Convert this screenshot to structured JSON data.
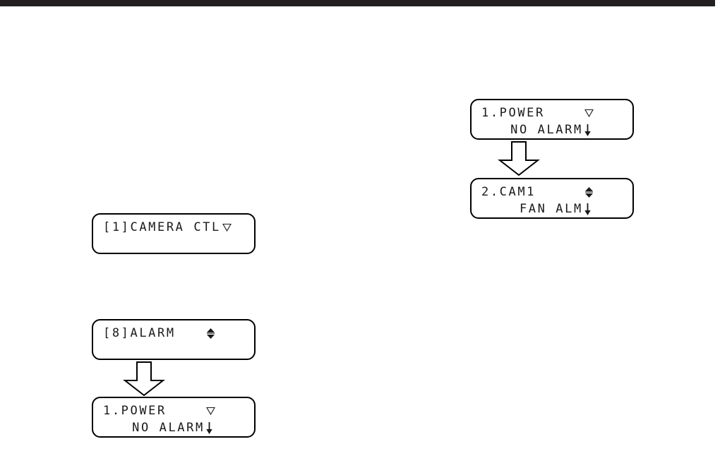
{
  "header": {
    "bar_color": "#231f20"
  },
  "panels": [
    {
      "id": "camera-ctl",
      "line1": "[1]CAMERA CTL",
      "line1_icon": "triangle-down-outline-icon",
      "line2": "",
      "line2_icon": ""
    },
    {
      "id": "alarm-menu",
      "line1": "[8]ALARM",
      "line1_icon": "up-down-arrow-filled-icon",
      "line2": "",
      "line2_icon": ""
    },
    {
      "id": "power-no-alarm-left",
      "line1": "1.POWER",
      "line1_icon": "triangle-down-outline-icon",
      "line2": "NO ALARM",
      "line2_icon": "arrow-down-icon"
    },
    {
      "id": "power-no-alarm-right",
      "line1": "1.POWER",
      "line1_icon": "triangle-down-outline-icon",
      "line2": "NO ALARM",
      "line2_icon": "arrow-down-icon"
    },
    {
      "id": "cam1-fan-alm",
      "line1": "2.CAM1",
      "line1_icon": "up-down-arrow-filled-icon",
      "line2": "FAN ALM",
      "line2_icon": "arrow-down-icon"
    }
  ],
  "arrows": [
    {
      "id": "arrow-left-column",
      "name": "flow-arrow-down"
    },
    {
      "id": "arrow-right-column",
      "name": "flow-arrow-down"
    }
  ],
  "colors": {
    "text": "#1a1a1a",
    "outline": "#000000",
    "background": "#ffffff"
  }
}
